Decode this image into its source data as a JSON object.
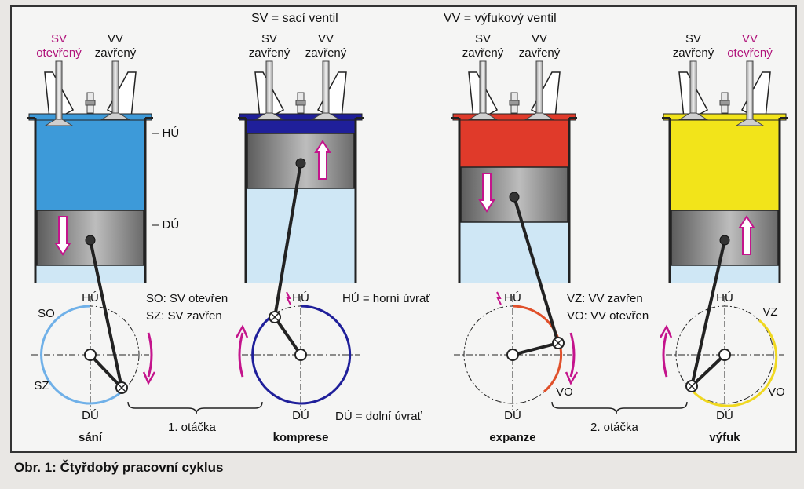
{
  "legend": {
    "sv": "SV = sací ventil",
    "vv": "VV = výfukový ventil",
    "so": "SO: SV otevřen",
    "sz": "SZ: SV zavřen",
    "hu": "HÚ = horní úvrať",
    "du": "DÚ = dolní úvrať",
    "vz": "VZ: VV zavřen",
    "vo": "VO: VV otevřen"
  },
  "side_labels": {
    "hu": "– HÚ",
    "du": "– DÚ"
  },
  "revolutions": [
    "1. otáčka",
    "2. otáčka"
  ],
  "strokes": [
    {
      "name": "sání",
      "valve_left": {
        "abbr": "SV",
        "state": "otevřený",
        "highlight": true
      },
      "valve_right": {
        "abbr": "VV",
        "state": "zavřený",
        "highlight": false
      },
      "gas_color": "#3d9ad9",
      "piston_position": "bottom",
      "arrow": "down",
      "arc_color": "#6fb0e8",
      "crank_labels": {
        "top": "HÚ",
        "bottom": "DÚ",
        "left_upper": "SO",
        "left_lower": "SZ"
      }
    },
    {
      "name": "komprese",
      "valve_left": {
        "abbr": "SV",
        "state": "zavřený",
        "highlight": false
      },
      "valve_right": {
        "abbr": "VV",
        "state": "zavřený",
        "highlight": false
      },
      "gas_color": "#1f1f9a",
      "piston_position": "top",
      "arrow": "up",
      "arc_color": "#1f1f9a",
      "crank_labels": {
        "top": "HÚ",
        "bottom": "DÚ"
      }
    },
    {
      "name": "expanze",
      "valve_left": {
        "abbr": "SV",
        "state": "zavřený",
        "highlight": false
      },
      "valve_right": {
        "abbr": "VV",
        "state": "zavřený",
        "highlight": false
      },
      "gas_color": "#e03a2a",
      "piston_position": "mid",
      "arrow": "down",
      "arc_color": "#e0502a",
      "crank_labels": {
        "top": "HÚ",
        "bottom": "DÚ",
        "right_lower": "VO"
      }
    },
    {
      "name": "výfuk",
      "valve_left": {
        "abbr": "SV",
        "state": "zavřený",
        "highlight": false
      },
      "valve_right": {
        "abbr": "VV",
        "state": "otevřený",
        "highlight": true
      },
      "gas_color": "#f2e41a",
      "piston_position": "bottom",
      "arrow": "up",
      "arc_color": "#f0d820",
      "crank_labels": {
        "top": "HÚ",
        "bottom": "DÚ",
        "right_upper": "VZ",
        "right_lower": "VO"
      }
    }
  ],
  "caption": "Obr. 1: Čtyřdobý pracovní cyklus",
  "colors": {
    "highlight_text": "#b0127a",
    "arrow": "#c4148c",
    "frame": "#333333",
    "panel": "#f5f5f4"
  }
}
